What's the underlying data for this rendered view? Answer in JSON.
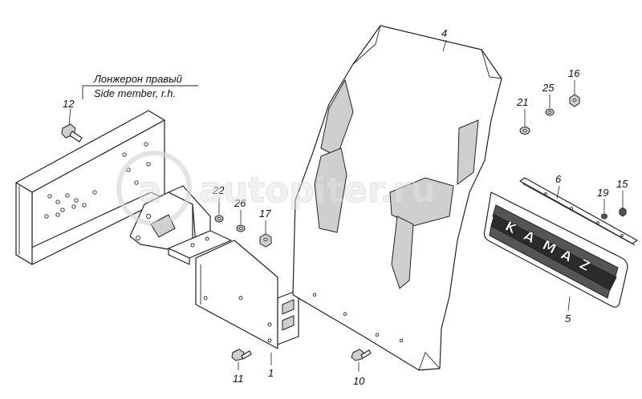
{
  "caption": {
    "line_ru": "Лонжерон правый",
    "line_en": "Side member, r.h."
  },
  "callouts": {
    "c1": "1",
    "c4": "4",
    "c5": "5",
    "c6": "6",
    "c10": "10",
    "c11": "11",
    "c12": "12",
    "c15": "15",
    "c16": "16",
    "c17": "17",
    "c19": "19",
    "c21": "21",
    "c22": "22",
    "c25": "25",
    "c26": "26"
  },
  "mudflap_logo": "KAMAZ",
  "watermark": {
    "text": "autopiter.ru",
    "mark": "a"
  }
}
